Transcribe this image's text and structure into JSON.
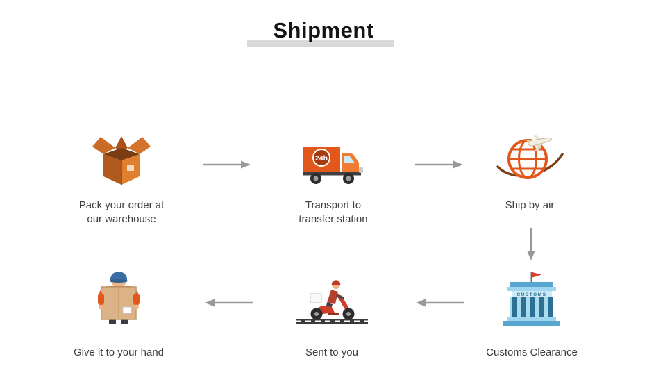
{
  "title": "Shipment",
  "steps": {
    "pack": {
      "lines": [
        "Pack your order at",
        "our warehouse"
      ]
    },
    "transport": {
      "lines": [
        "Transport to",
        "transfer station"
      ]
    },
    "ship": {
      "lines": [
        "Ship by air"
      ]
    },
    "customs": {
      "lines": [
        "Customs Clearance"
      ]
    },
    "sent": {
      "lines": [
        "Sent to you"
      ]
    },
    "hand": {
      "lines": [
        "Give it to your hand"
      ]
    }
  },
  "icons": {
    "truck_badge": "24h",
    "customs_sign": "CUSTOMS"
  },
  "colors": {
    "accent_orange": "#e2571b",
    "box_brown": "#b05a1e",
    "arrow_gray": "#999999",
    "customs_blue": "#58a6cf",
    "scooter_red": "#cc3f2a",
    "title_underline": "#d9d9d9"
  }
}
